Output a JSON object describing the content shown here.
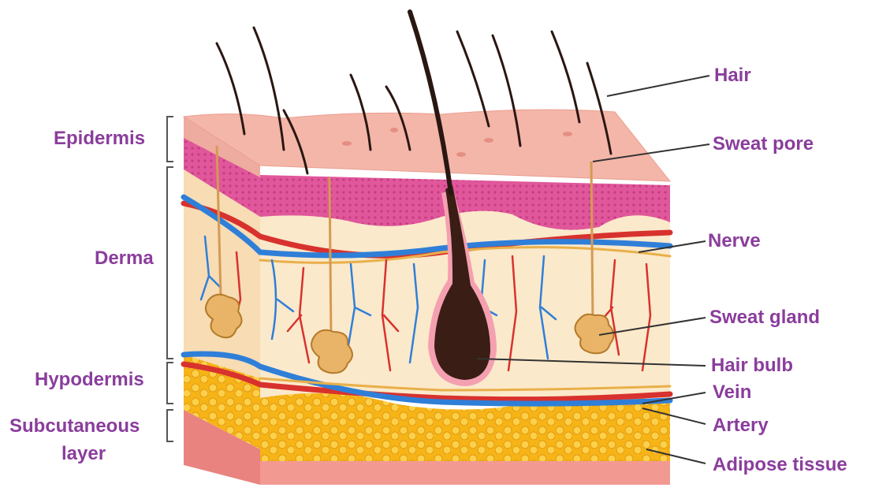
{
  "title": "",
  "colors": {
    "label": "#8a3d9c",
    "epidermis_top": "#f2b3a6",
    "epidermis_pink": "#e05fa0",
    "dermis": "#fbe8c8",
    "adipose": "#f4b81c",
    "vein": "#2f7fd8",
    "artery": "#d8322e",
    "nerve": "#e8b04a",
    "hair": "#2a1712",
    "base": "#f08c8c"
  },
  "left_labels": {
    "epidermis": "Epidermis",
    "derma": "Derma",
    "hypodermis": "Hypodermis",
    "subcutaneous_line1": "Subcutaneous",
    "subcutaneous_line2": "layer"
  },
  "right_labels": {
    "hair": "Hair",
    "sweat_pore": "Sweat pore",
    "nerve": "Nerve",
    "sweat_gland": "Sweat gland",
    "hair_bulb": "Hair bulb",
    "vein": "Vein",
    "artery": "Artery",
    "adipose_tissue": "Adipose tissue"
  }
}
